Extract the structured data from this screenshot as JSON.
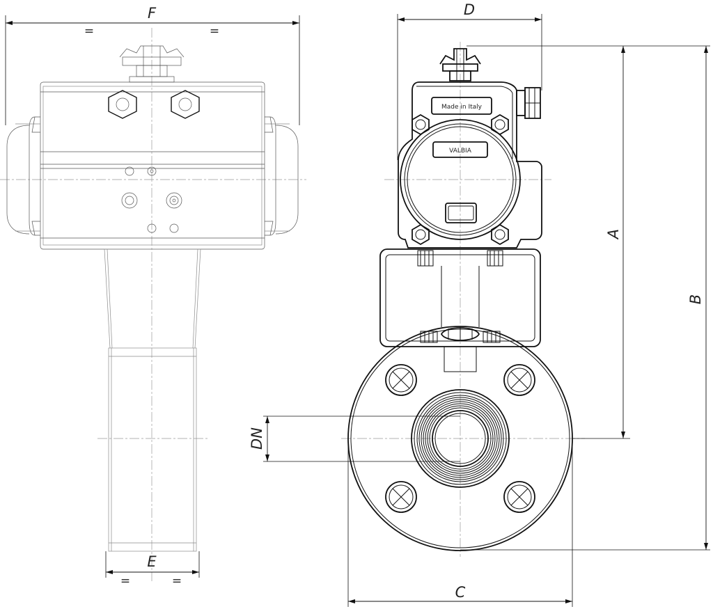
{
  "dimensions": {
    "F": "F",
    "D": "D",
    "A": "A",
    "B": "B",
    "C": "C",
    "E": "E",
    "DN": "DN"
  },
  "equal_marks": {
    "f_left": "=",
    "f_right": "=",
    "e_left": "=",
    "e_right": "="
  },
  "markings": {
    "origin": "Made in Italy",
    "brand": "VALBIA"
  }
}
